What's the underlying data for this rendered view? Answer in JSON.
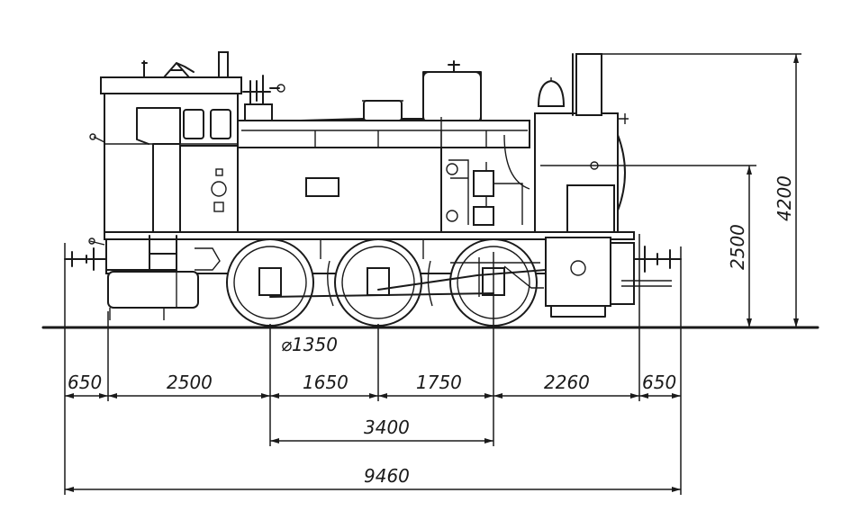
{
  "drawing": {
    "wheel_diameter": "⌀1350",
    "dimensions": {
      "front_overhang": "650",
      "rear_overhang": "650",
      "cab_to_axle1": "2500",
      "axle1_axle2": "1650",
      "axle2_axle3": "1750",
      "axle3_front": "2260",
      "wheelbase": "3400",
      "total_length": "9460",
      "boiler_axis_height": "2500",
      "overall_height": "4200"
    }
  }
}
